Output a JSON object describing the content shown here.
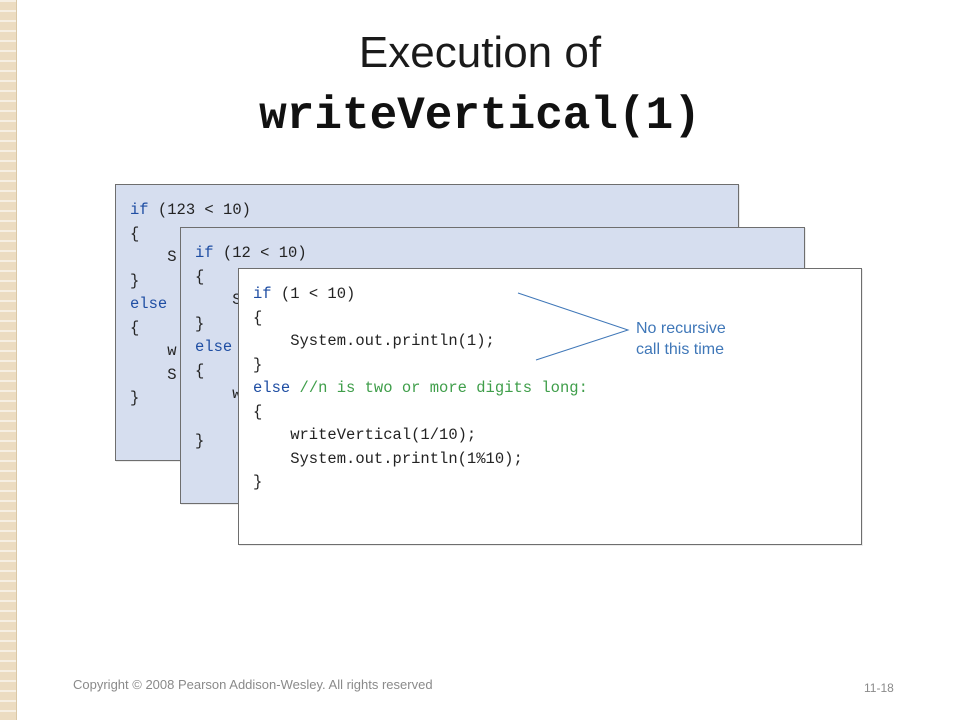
{
  "slide": {
    "title_line1": "Execution of",
    "title_line2": "writeVertical(1)"
  },
  "frame1": {
    "line1_kw": "if",
    "line1_rest": " (123 < 10)",
    "line2": "{",
    "line3": "    S",
    "line4": "}",
    "line5_kw": "else",
    "line6": "{",
    "line7": "    w",
    "line8": "    S",
    "line9": "}"
  },
  "frame2": {
    "line1_kw": "if",
    "line1_rest": " (12 < 10)",
    "line2": "{",
    "line3": "    S",
    "line4": "}",
    "line5_kw": "else",
    "line6": "{",
    "line7": "    w",
    "line8": "",
    "line9": "}"
  },
  "frame3": {
    "line1_kw": "if",
    "line1_rest": " (1 < 10)",
    "line2": "{",
    "line3": "    System.out.println(1);",
    "line4": "}",
    "line5_kw": "else",
    "line5_comment": " //n is two or more digits long:",
    "line6": "{",
    "line7": "    writeVertical(1/10);",
    "line8": "    System.out.println(1%10);",
    "line9": "}"
  },
  "callout": {
    "line1": "No recursive",
    "line2": "call this time",
    "color": "#3f77b8"
  },
  "footer": {
    "copyright": "Copyright © 2008 Pearson Addison-Wesley. All rights reserved",
    "page_number": "11-18"
  },
  "colors": {
    "back_frame_fill": "#d6deef",
    "keyword": "#1f4ea3",
    "comment": "#3f9e4a"
  }
}
